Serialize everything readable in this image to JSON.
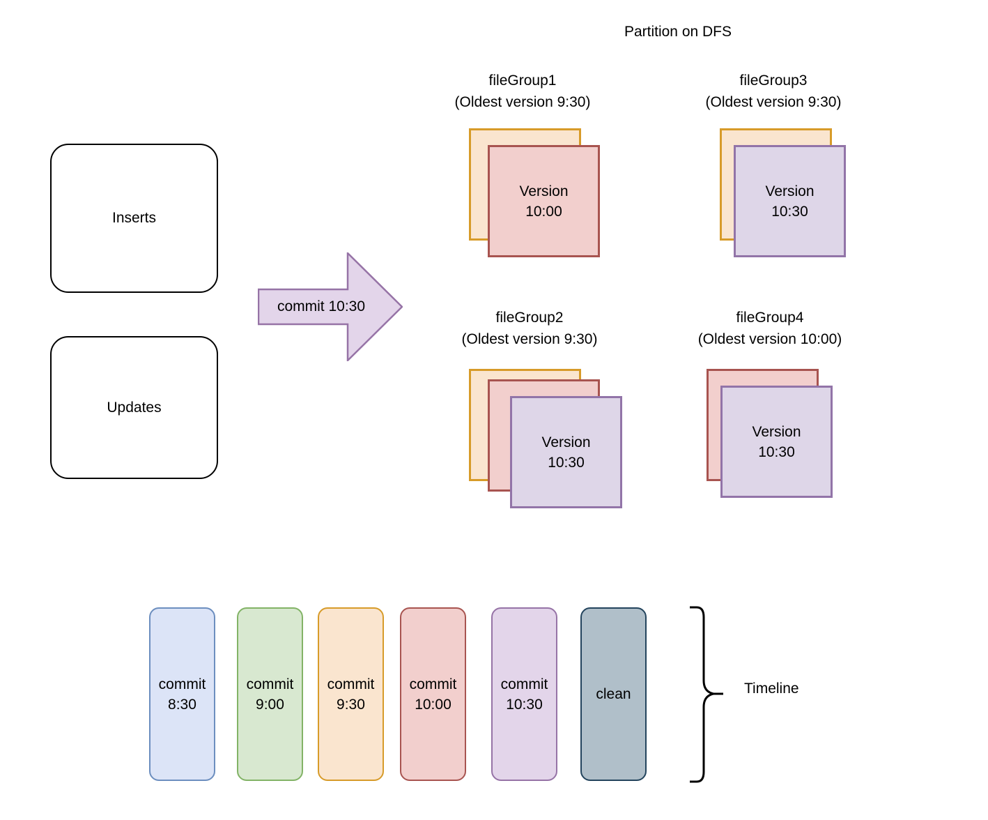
{
  "diagram": {
    "title": "Partition on DFS",
    "sources": [
      {
        "label": "Inserts"
      },
      {
        "label": "Updates"
      }
    ],
    "arrow": {
      "label": "commit 10:30",
      "fill": "#e3d5ea",
      "stroke": "#9673a6"
    },
    "file_groups": [
      {
        "name": "fileGroup1",
        "oldest": "(Oldest version 9:30)",
        "cards": [
          {
            "color": "orange",
            "line1": "",
            "line2": ""
          },
          {
            "color": "red",
            "line1": "Version",
            "line2": "10:00"
          }
        ]
      },
      {
        "name": "fileGroup3",
        "oldest": "(Oldest version 9:30)",
        "cards": [
          {
            "color": "orange",
            "line1": "",
            "line2": ""
          },
          {
            "color": "purple",
            "line1": "Version",
            "line2": "10:30"
          }
        ]
      },
      {
        "name": "fileGroup2",
        "oldest": "(Oldest version 9:30)",
        "cards": [
          {
            "color": "orange",
            "line1": "",
            "line2": ""
          },
          {
            "color": "red",
            "line1": "",
            "line2": ""
          },
          {
            "color": "purple",
            "line1": "Version",
            "line2": "10:30"
          }
        ]
      },
      {
        "name": "fileGroup4",
        "oldest": "(Oldest version 10:00)",
        "cards": [
          {
            "color": "red",
            "line1": "",
            "line2": ""
          },
          {
            "color": "purple",
            "line1": "Version",
            "line2": "10:30"
          }
        ]
      }
    ],
    "timeline": {
      "label": "Timeline",
      "items": [
        {
          "line1": "commit",
          "line2": "8:30",
          "color": "blue",
          "fill": "#dce4f7",
          "stroke": "#6c8ebf"
        },
        {
          "line1": "commit",
          "line2": "9:00",
          "color": "green",
          "fill": "#d8e8d0",
          "stroke": "#82b366"
        },
        {
          "line1": "commit",
          "line2": "9:30",
          "color": "orange",
          "fill": "#fae5cf",
          "stroke": "#d79b29"
        },
        {
          "line1": "commit",
          "line2": "10:00",
          "color": "red",
          "fill": "#f2cfcd",
          "stroke": "#a85450"
        },
        {
          "line1": "commit",
          "line2": "10:30",
          "color": "purple",
          "fill": "#e3d5ea",
          "stroke": "#9673a6"
        },
        {
          "line1": "clean",
          "line2": "",
          "color": "gray",
          "fill": "#b0bfc9",
          "stroke": "#23445d"
        }
      ]
    },
    "palette": {
      "orange_fill": "#fae5cf",
      "orange_stroke": "#d79b29",
      "red_fill": "#f2cfcd",
      "red_stroke": "#a85450",
      "purple_fill": "#ded6e8",
      "purple_stroke": "#9274a8",
      "black": "#000000"
    }
  }
}
